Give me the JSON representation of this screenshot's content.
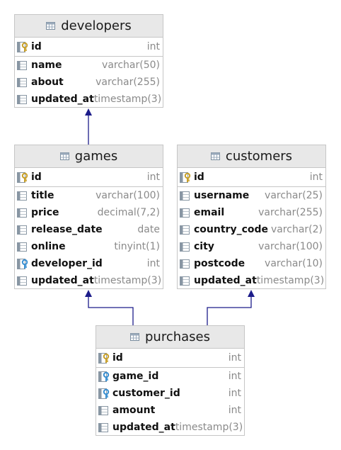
{
  "tables": {
    "developers": {
      "name": "developers",
      "pk": {
        "name": "id",
        "type": "int"
      },
      "columns": [
        {
          "name": "name",
          "type": "varchar(50)",
          "icon": "column-icon"
        },
        {
          "name": "about",
          "type": "varchar(255)",
          "icon": "column-icon"
        },
        {
          "name": "updated_at",
          "type": "timestamp(3)",
          "icon": "column-icon"
        }
      ]
    },
    "games": {
      "name": "games",
      "pk": {
        "name": "id",
        "type": "int"
      },
      "columns": [
        {
          "name": "title",
          "type": "varchar(100)",
          "icon": "column-icon"
        },
        {
          "name": "price",
          "type": "decimal(7,2)",
          "icon": "column-icon"
        },
        {
          "name": "release_date",
          "type": "date",
          "icon": "column-icon"
        },
        {
          "name": "online",
          "type": "tinyint(1)",
          "icon": "column-icon"
        },
        {
          "name": "developer_id",
          "type": "int",
          "icon": "foreign-key-icon"
        },
        {
          "name": "updated_at",
          "type": "timestamp(3)",
          "icon": "column-icon"
        }
      ]
    },
    "customers": {
      "name": "customers",
      "pk": {
        "name": "id",
        "type": "int"
      },
      "columns": [
        {
          "name": "username",
          "type": "varchar(25)",
          "icon": "column-icon"
        },
        {
          "name": "email",
          "type": "varchar(255)",
          "icon": "column-icon"
        },
        {
          "name": "country_code",
          "type": "varchar(2)",
          "icon": "column-icon"
        },
        {
          "name": "city",
          "type": "varchar(100)",
          "icon": "column-icon"
        },
        {
          "name": "postcode",
          "type": "varchar(10)",
          "icon": "column-icon"
        },
        {
          "name": "updated_at",
          "type": "timestamp(3)",
          "icon": "column-icon"
        }
      ]
    },
    "purchases": {
      "name": "purchases",
      "pk": {
        "name": "id",
        "type": "int"
      },
      "columns": [
        {
          "name": "game_id",
          "type": "int",
          "icon": "foreign-key-icon"
        },
        {
          "name": "customer_id",
          "type": "int",
          "icon": "foreign-key-icon"
        },
        {
          "name": "amount",
          "type": "int",
          "icon": "column-icon"
        },
        {
          "name": "updated_at",
          "type": "timestamp(3)",
          "icon": "column-icon"
        }
      ]
    }
  },
  "colors": {
    "connector": "#1c1c8a",
    "header_bg": "#e8e8e8",
    "border": "#c6c6c6",
    "type_text": "#8a8a8a",
    "key_gold": "#c8a02a",
    "fk_blue": "#3a8fd1"
  }
}
